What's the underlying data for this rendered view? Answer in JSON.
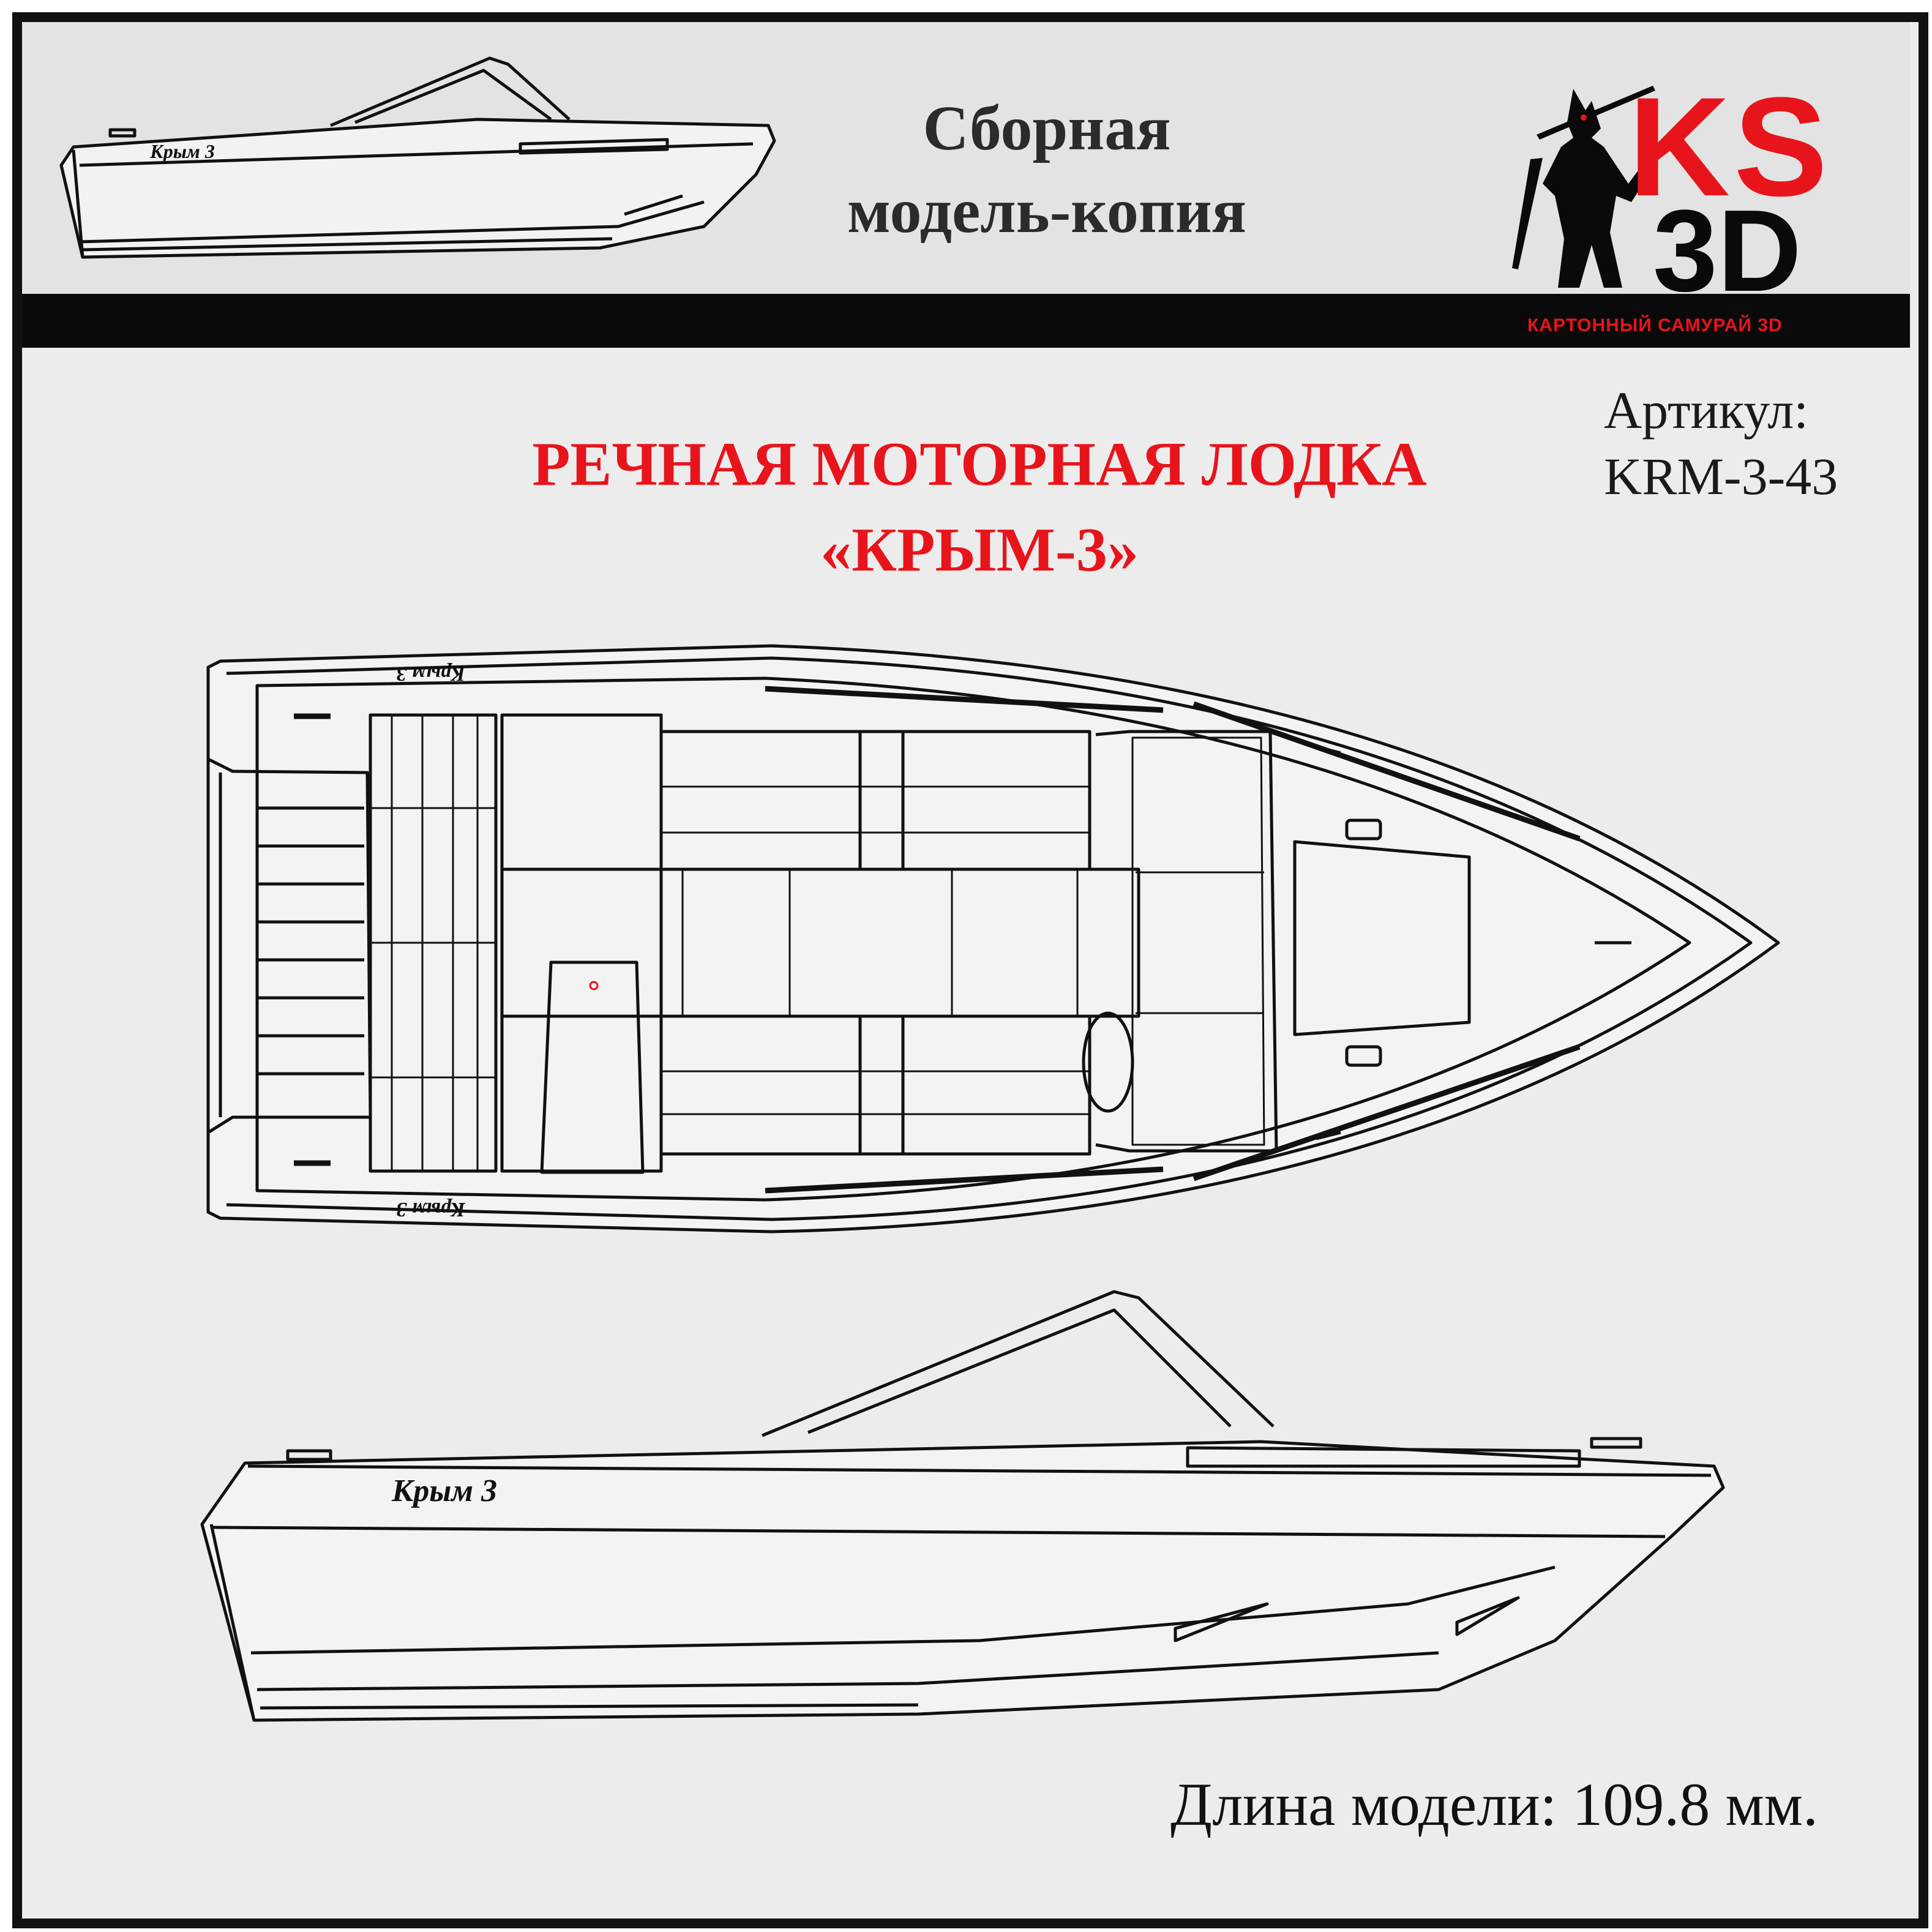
{
  "header": {
    "subtitle_line1": "Сборная",
    "subtitle_line2": "модель-копия"
  },
  "logo": {
    "ks": "KS",
    "three_d": "3D",
    "caption": "КАРТОННЫЙ САМУРАЙ 3D",
    "emblem_icon": "samurai-silhouette-icon"
  },
  "article": {
    "label": "Артикул:",
    "code": "KRM-3-43"
  },
  "title": {
    "line1": "РЕЧНАЯ МОТОРНАЯ ЛОДКА",
    "line2": "«КРЫМ-3»"
  },
  "boat": {
    "hull_name": "Крым 3"
  },
  "footer": {
    "length": "Длина модели: 109.8 мм."
  },
  "colors": {
    "accent_red": "#e8141b",
    "black": "#0a0a0a",
    "background": "#ececec",
    "header_bg": "#e3e3e3"
  }
}
